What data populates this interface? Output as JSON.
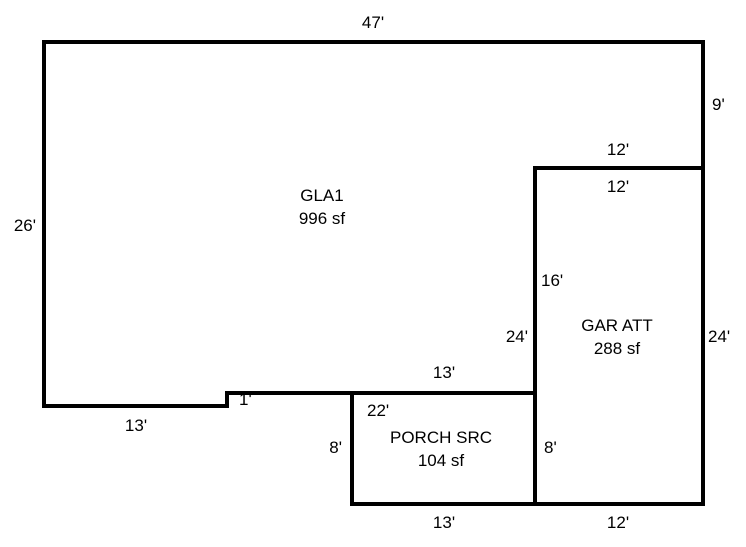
{
  "colors": {
    "background": "#ffffff",
    "line": "#000000",
    "text": "#000000"
  },
  "areas": {
    "gla1": {
      "name": "GLA1",
      "area": "996 sf"
    },
    "garage": {
      "name": "GAR ATT",
      "area": "288 sf"
    },
    "porch": {
      "name": "PORCH SRC",
      "area": "104 sf"
    }
  },
  "dimensions": {
    "top": "47'",
    "right_upper": "9'",
    "garage_top_outer": "12'",
    "garage_top_inner": "12'",
    "left": "26'",
    "garage_left_upper": "16'",
    "garage_left_outer": "24'",
    "garage_right": "24'",
    "porch_top": "13'",
    "step": "1'",
    "porch_left_upper": "22'",
    "porch_left": "8'",
    "porch_right": "8'",
    "bottom_left": "13'",
    "porch_bottom": "13'",
    "garage_bottom": "12'"
  }
}
